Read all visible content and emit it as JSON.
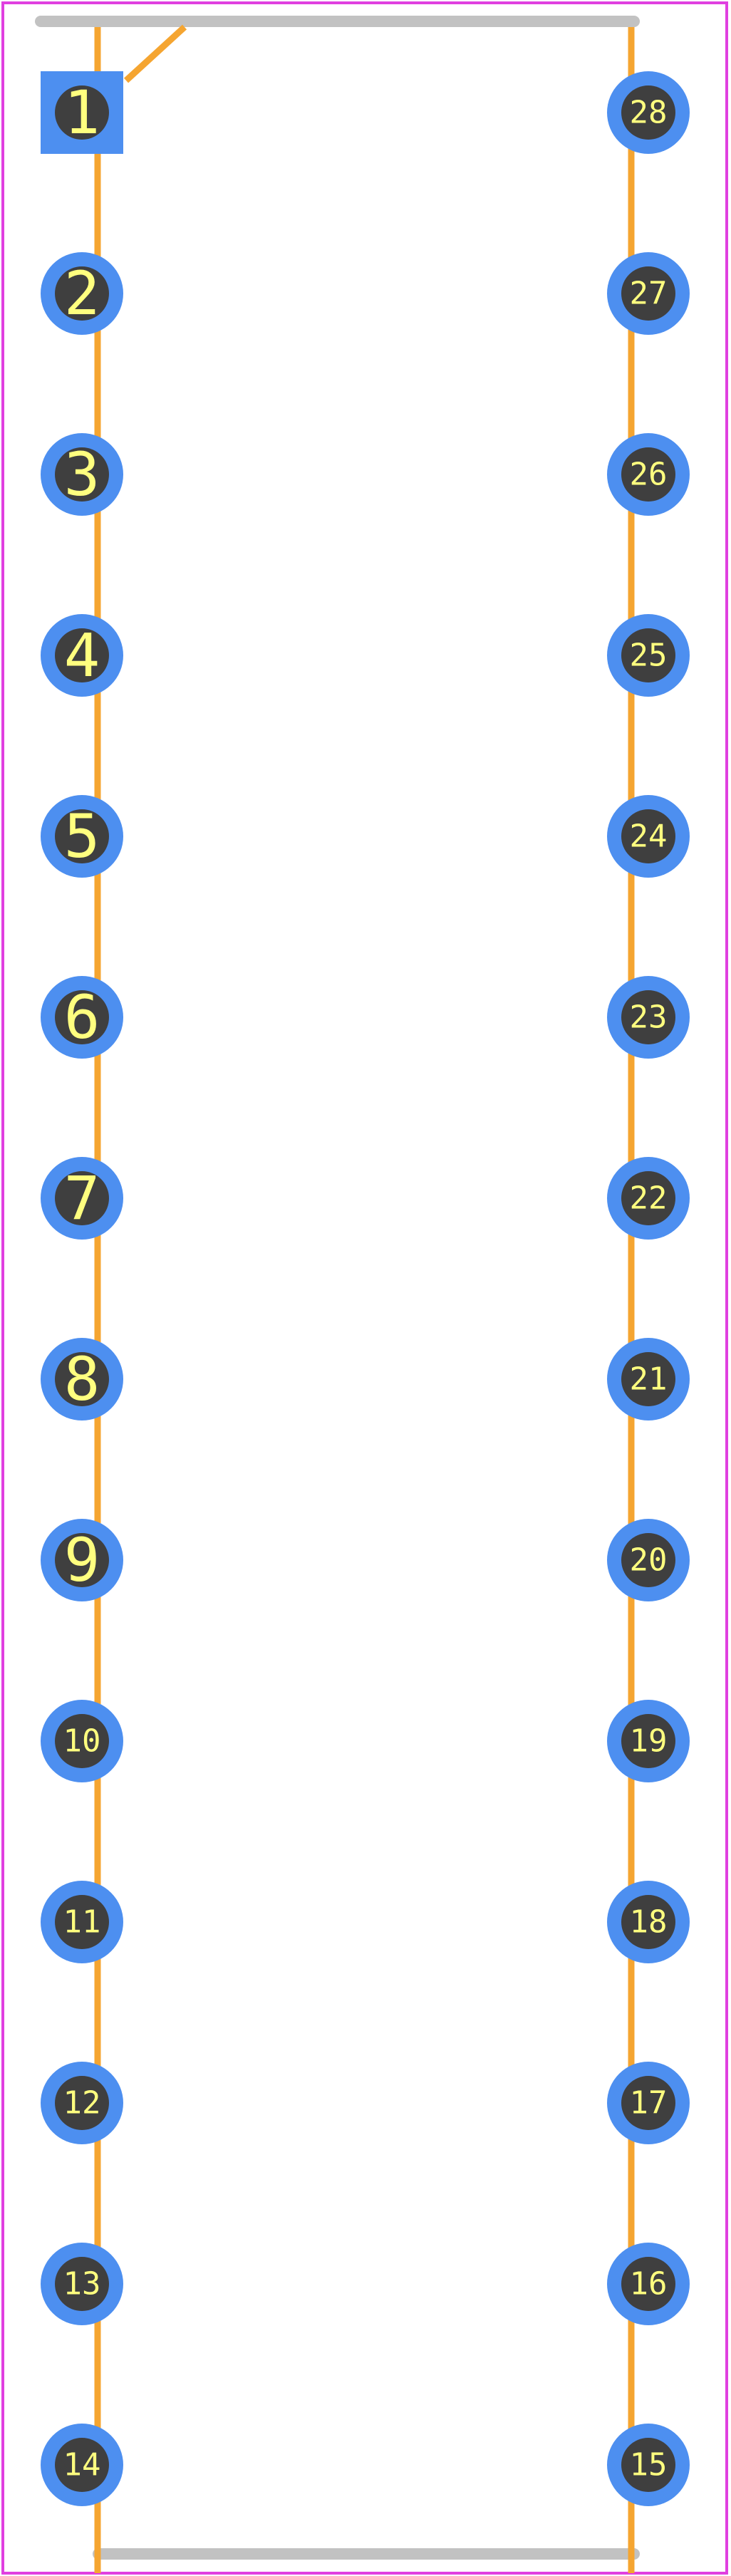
{
  "footprint": {
    "pin_count": 28,
    "pins_per_side": 14,
    "pin1_shape": "square",
    "other_pins_shape": "round",
    "left_pins": [
      "1",
      "2",
      "3",
      "4",
      "5",
      "6",
      "7",
      "8",
      "9",
      "10",
      "11",
      "12",
      "13",
      "14"
    ],
    "right_pins": [
      "28",
      "27",
      "26",
      "25",
      "24",
      "23",
      "22",
      "21",
      "20",
      "19",
      "18",
      "17",
      "16",
      "15"
    ]
  },
  "colors": {
    "background": "#ffffff",
    "courtyard": "#e040e0",
    "silkscreen": "#f5a531",
    "fabrication": "#c2c2c2",
    "pad_copper": "#4d8ff0",
    "pad_hole": "#3f3f3f",
    "pad_label": "#ffff7f"
  }
}
